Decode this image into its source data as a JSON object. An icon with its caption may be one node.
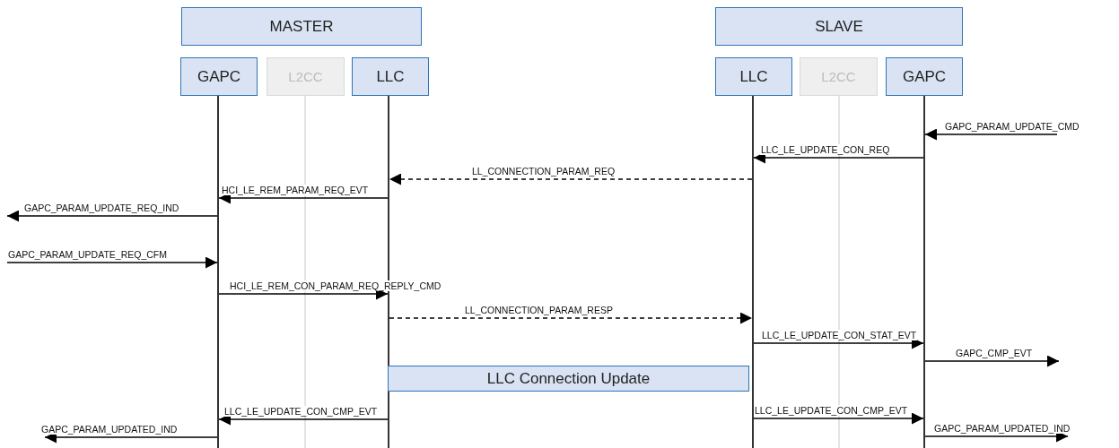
{
  "diagram": {
    "nodes": [
      {
        "text": [
          "MASTER"
        ]
      },
      {
        "text": [
          "SLAVE"
        ]
      },
      {
        "text": [
          "GAPC"
        ]
      },
      {
        "text": [
          "L2CC"
        ]
      },
      {
        "text": [
          "LLC"
        ]
      },
      {
        "text": [
          "LLC"
        ]
      },
      {
        "text": [
          "L2CC"
        ]
      },
      {
        "text": [
          "GAPC"
        ]
      },
      {
        "text": [],
        "shape": "line"
      },
      {
        "text": [],
        "shape": "line"
      },
      {
        "text": [],
        "shape": "line"
      },
      {
        "text": [],
        "shape": "line"
      },
      {
        "text": [
          "LLC Connection Update"
        ]
      }
    ],
    "edges": [
      {
        "from": null,
        "to": 11,
        "arrow": "to",
        "label": "GAPC_PARAM_UPDATE_CMD"
      },
      {
        "from": 11,
        "to": 10,
        "arrow": "to",
        "label": "LLC_LE_UPDATE_CON_REQ"
      },
      {
        "from": 10,
        "to": 9,
        "arrow": "to",
        "label": "LL_CONNECTION_PARAM_REQ",
        "style": "dashed"
      },
      {
        "from": 9,
        "to": 8,
        "arrow": "to",
        "label": "HCI_LE_REM_PARAM_REQ_EVT"
      },
      {
        "from": 8,
        "to": null,
        "arrow": "to",
        "label": "GAPC_PARAM_UPDATE_REQ_IND"
      },
      {
        "from": null,
        "to": 8,
        "arrow": "to",
        "label": "GAPC_PARAM_UPDATE_REQ_CFM"
      },
      {
        "from": 8,
        "to": 9,
        "arrow": "to",
        "label": "HCI_LE_REM_CON_PARAM_REQ_REPLY_CMD"
      },
      {
        "from": 9,
        "to": 10,
        "arrow": "to",
        "label": "LL_CONNECTION_PARAM_RESP",
        "style": "dashed"
      },
      {
        "from": 10,
        "to": 11,
        "arrow": "to",
        "label": "LLC_LE_UPDATE_CON_STAT_EVT"
      },
      {
        "from": 11,
        "to": null,
        "arrow": "to",
        "label": "GAPC_CMP_EVT"
      },
      {
        "from": 9,
        "to": 8,
        "arrow": "to",
        "label": "LLC_LE_UPDATE_CON_CMP_EVT"
      },
      {
        "from": 8,
        "to": null,
        "arrow": "to",
        "label": "GAPC_PARAM_UPDATED_IND"
      },
      {
        "from": 10,
        "to": 11,
        "arrow": "to",
        "label": "LLC_LE_UPDATE_CON_CMP_EVT"
      },
      {
        "from": 11,
        "to": null,
        "arrow": "to",
        "label": "GAPC_PARAM_UPDATED_IND"
      }
    ]
  }
}
